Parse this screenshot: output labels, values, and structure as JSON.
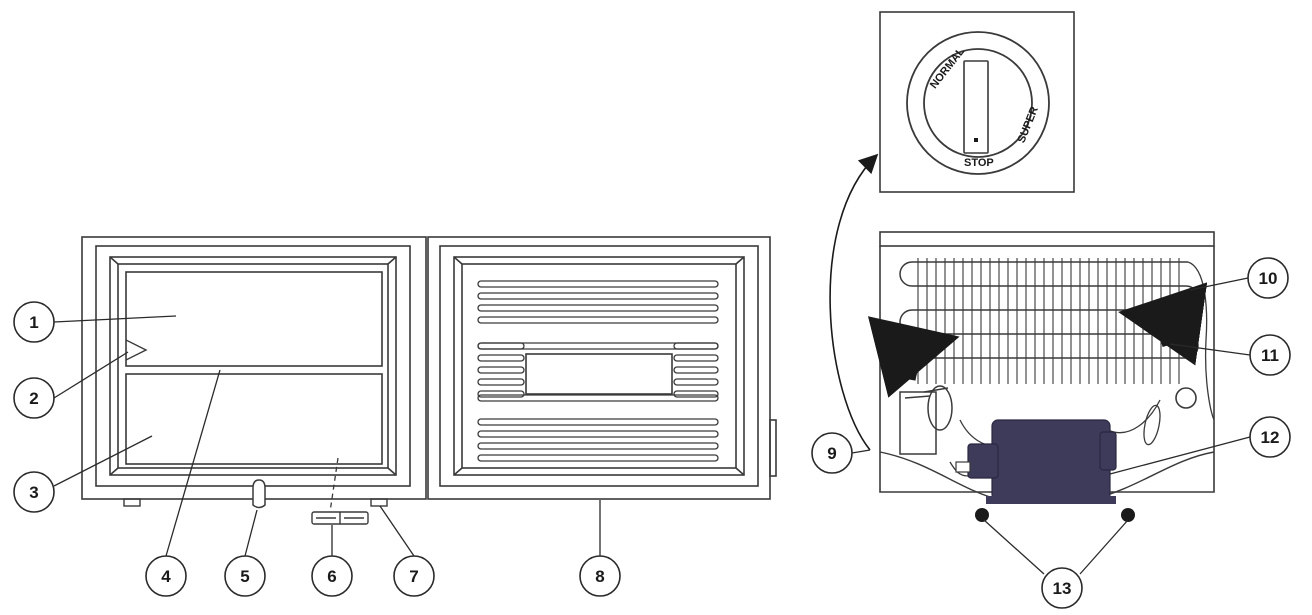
{
  "dial": {
    "normal": "NORMAL",
    "super": "SUPER",
    "stop": "STOP"
  },
  "callouts": [
    "1",
    "2",
    "3",
    "4",
    "5",
    "6",
    "7",
    "8",
    "9",
    "10",
    "11",
    "12",
    "13"
  ],
  "colors": {
    "line": "#3a3a3a",
    "compressor": "#3d3a5a",
    "callout_fill": "#ffffff",
    "background": "#ffffff"
  }
}
